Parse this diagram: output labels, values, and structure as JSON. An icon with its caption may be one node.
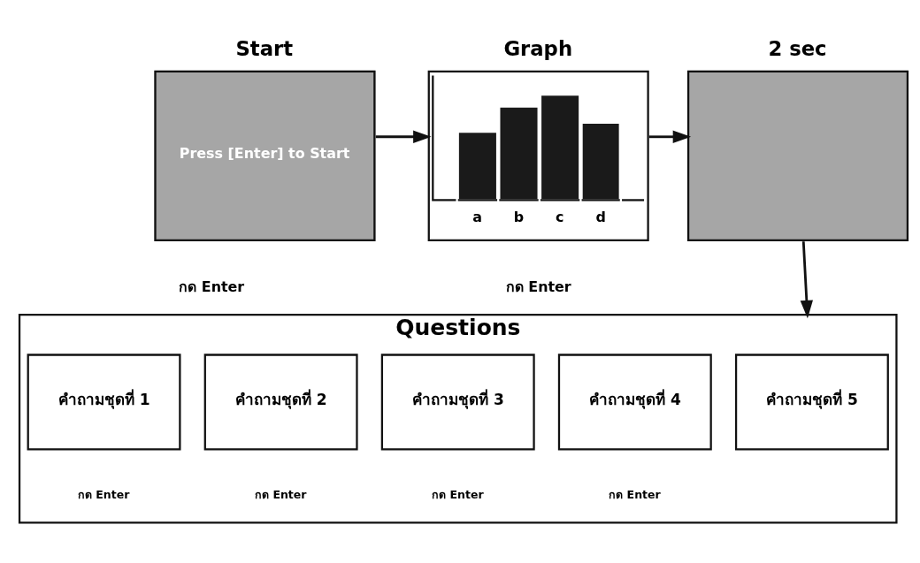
{
  "diagram": {
    "nodes": [
      {
        "text": [
          "Start",
          "Press [Enter] to Start"
        ]
      },
      {
        "text": [
          "Graph"
        ]
      },
      {
        "text": [
          "2 sec"
        ]
      },
      {
        "text": [
          "Questions"
        ]
      },
      {
        "text": [
          "คำถามชุดที่ 1"
        ],
        "in": 3
      },
      {
        "text": [
          "คำถามชุดที่ 2"
        ],
        "in": 3
      },
      {
        "text": [
          "คำถามชุดที่ 3"
        ],
        "in": 3
      },
      {
        "text": [
          "คำถามชุดที่ 4"
        ],
        "in": 3
      },
      {
        "text": [
          "คำถามชุดที่ 5"
        ],
        "in": 3
      }
    ],
    "edges": [
      {
        "from": 0,
        "to": 1,
        "arrow": "to"
      },
      {
        "from": 1,
        "to": 2,
        "arrow": "to"
      },
      {
        "from": 2,
        "to": 3,
        "arrow": "to"
      }
    ],
    "labels": [
      "a",
      "b",
      "c",
      "d",
      "กด Enter",
      "กด Enter",
      "กด Enter",
      "กด Enter",
      "กด Enter",
      "กด Enter"
    ]
  }
}
